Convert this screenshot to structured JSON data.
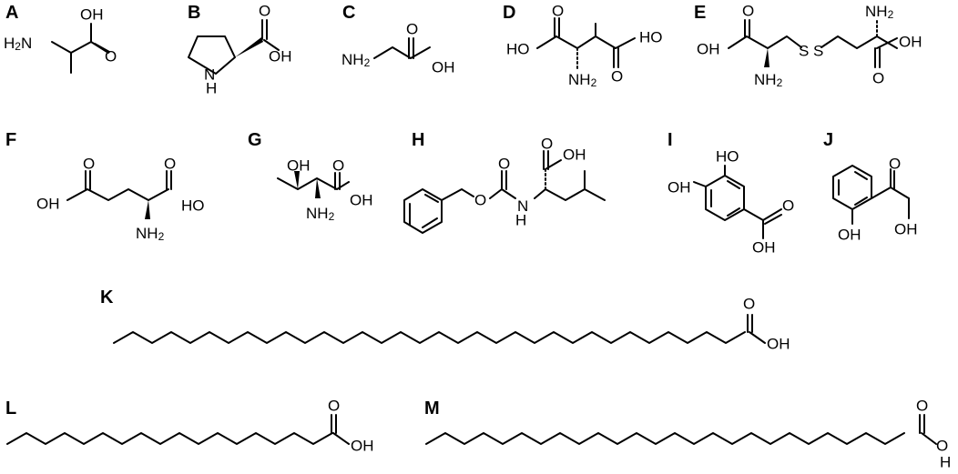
{
  "panels": [
    {
      "id": "A",
      "label": "A"
    },
    {
      "id": "B",
      "label": "B"
    },
    {
      "id": "C",
      "label": "C"
    },
    {
      "id": "D",
      "label": "D"
    },
    {
      "id": "E",
      "label": "E"
    },
    {
      "id": "F",
      "label": "F"
    },
    {
      "id": "G",
      "label": "G"
    },
    {
      "id": "H",
      "label": "H"
    },
    {
      "id": "I",
      "label": "I"
    },
    {
      "id": "J",
      "label": "J"
    },
    {
      "id": "K",
      "label": "K"
    },
    {
      "id": "L",
      "label": "L"
    },
    {
      "id": "M",
      "label": "M"
    }
  ],
  "atoms": {
    "OH": "OH",
    "HO": "HO",
    "O": "O",
    "H2N": "H",
    "NH2": "NH",
    "N": "N",
    "H": "H",
    "NH": "NH",
    "S": "S",
    "sub2": "2"
  }
}
